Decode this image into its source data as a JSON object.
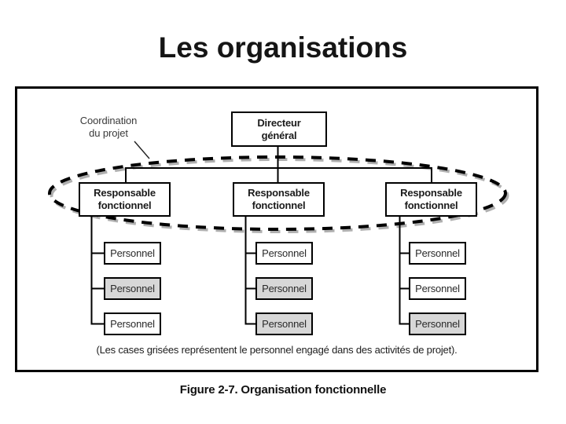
{
  "title": "Les organisations",
  "figure": {
    "coordination_label": {
      "line1": "Coordination",
      "line2": "du projet"
    },
    "director": {
      "line1": "Directeur",
      "line2": "général"
    },
    "managers": [
      {
        "line1": "Responsable",
        "line2": "fonctionnel"
      },
      {
        "line1": "Responsable",
        "line2": "fonctionnel"
      },
      {
        "line1": "Responsable",
        "line2": "fonctionnel"
      }
    ],
    "columns": [
      {
        "personnel": [
          {
            "label": "Personnel",
            "engaged": false
          },
          {
            "label": "Personnel",
            "engaged": true
          },
          {
            "label": "Personnel",
            "engaged": false
          }
        ]
      },
      {
        "personnel": [
          {
            "label": "Personnel",
            "engaged": false
          },
          {
            "label": "Personnel",
            "engaged": true
          },
          {
            "label": "Personnel",
            "engaged": true
          }
        ]
      },
      {
        "personnel": [
          {
            "label": "Personnel",
            "engaged": false
          },
          {
            "label": "Personnel",
            "engaged": false
          },
          {
            "label": "Personnel",
            "engaged": true
          }
        ]
      }
    ],
    "note": "(Les cases grisées représentent le personnel engagé dans des activités de projet).",
    "caption": "Figure 2-7. Organisation fonctionnelle"
  },
  "colors": {
    "engaged_fill": "#d7d7d7",
    "line": "#000000",
    "ellipse_shadow": "#b0b0b0",
    "frame_border": "#000000"
  }
}
